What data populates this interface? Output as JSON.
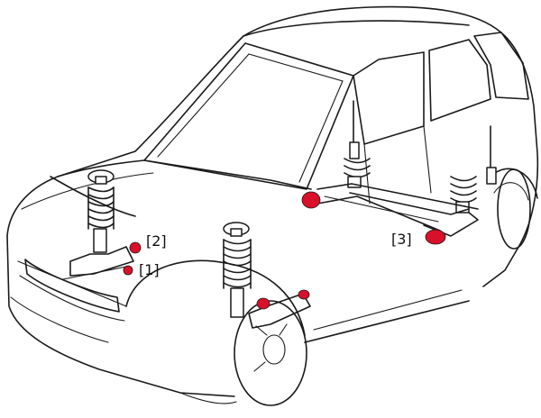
{
  "callouts": [
    {
      "label": "[1]"
    },
    {
      "label": "[2]"
    },
    {
      "label": "[3]"
    }
  ],
  "colors": {
    "line": "#1a1a1a",
    "bushing": "#d8102a",
    "background": "#ffffff"
  }
}
